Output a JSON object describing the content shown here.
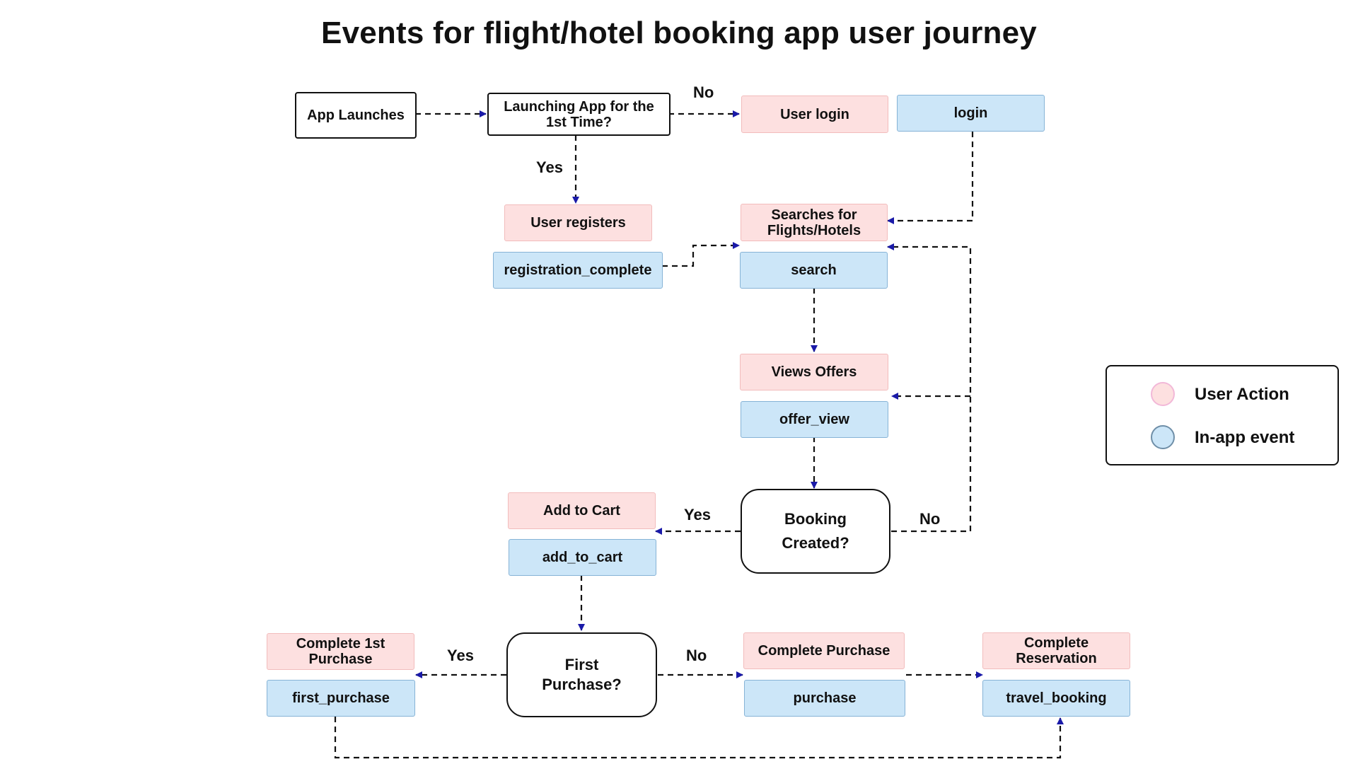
{
  "title": "Events for flight/hotel booking app user journey",
  "colors": {
    "user_action_fill": "#fde0e0",
    "user_action_border": "#f2bcbc",
    "in_app_event_fill": "#cce6f8",
    "in_app_event_border": "#86b3d6",
    "connector": "#111111",
    "arrowhead": "#1a1aa8"
  },
  "nodes": {
    "app_launches": "App Launches",
    "first_time_question": "Launching App for the 1st Time?",
    "user_login": "User login",
    "login_event": "login",
    "user_registers": "User registers",
    "registration_complete_event": "registration_complete",
    "searches": "Searches for Flights/Hotels",
    "search_event": "search",
    "views_offers": "Views Offers",
    "offer_view_event": "offer_view",
    "booking_question": "Booking Created?",
    "add_to_cart": "Add to Cart",
    "add_to_cart_event": "add_to_cart",
    "first_purchase_question": "First Purchase?",
    "complete_first_purchase": "Complete 1st Purchase",
    "first_purchase_event": "first_purchase",
    "complete_purchase": "Complete Purchase",
    "purchase_event": "purchase",
    "complete_reservation": "Complete Reservation",
    "travel_booking_event": "travel_booking"
  },
  "edge_labels": {
    "first_time_no": "No",
    "first_time_yes": "Yes",
    "booking_yes": "Yes",
    "booking_no": "No",
    "first_purchase_yes": "Yes",
    "first_purchase_no": "No"
  },
  "legend": {
    "user_action": "User Action",
    "in_app_event": "In-app event"
  }
}
